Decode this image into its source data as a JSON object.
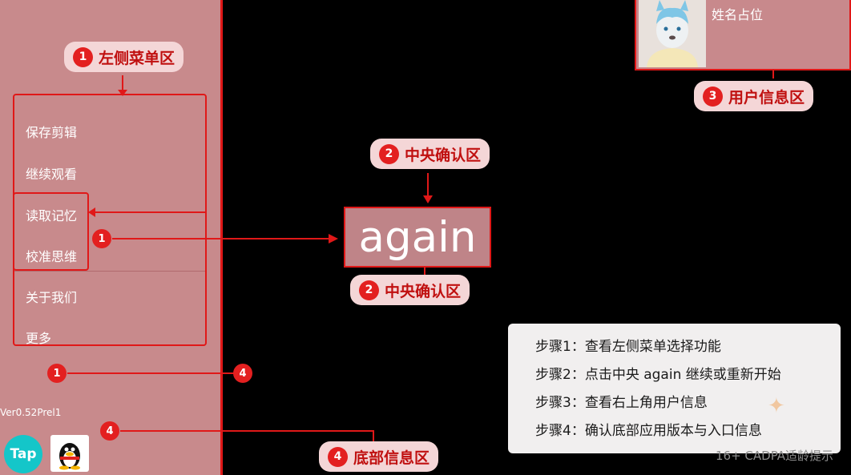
{
  "annotations": {
    "left_menu_pill": {
      "num": "1",
      "label": "左侧菜单区"
    },
    "center_top_pill": {
      "num": "2",
      "label": "中央确认区"
    },
    "center_bottom_pill": {
      "num": "2",
      "label": "中央确认区"
    },
    "user_pill": {
      "num": "3",
      "label": "用户信息区"
    },
    "bottom_pill": {
      "num": "4",
      "label": "底部信息区"
    },
    "marker_1_menu": "1",
    "marker_1_bottom": "1",
    "marker_4_mid": "4",
    "marker_4_bottom": "4"
  },
  "sidebar": {
    "items": [
      "保存剪辑",
      "继续观看",
      "读取记忆",
      "校准思维",
      "关于我们",
      "更多"
    ],
    "version": "Ver0.52Prel1",
    "tap_label": "Tap"
  },
  "center": {
    "again": "again"
  },
  "user": {
    "name": "姓名占位"
  },
  "steps": [
    "步骤1：查看左侧菜单选择功能",
    "步骤2：点击中央 again 继续或重新开始",
    "步骤3：查看右上角用户信息",
    "步骤4：确认底部应用版本与入口信息"
  ],
  "rating": "16+ CADPA适龄提示",
  "colors": {
    "accent": "#e01818",
    "pill_bg": "#f4d6d7",
    "sidebar_bg": "#c88a8c",
    "tap": "#14c6c9"
  }
}
